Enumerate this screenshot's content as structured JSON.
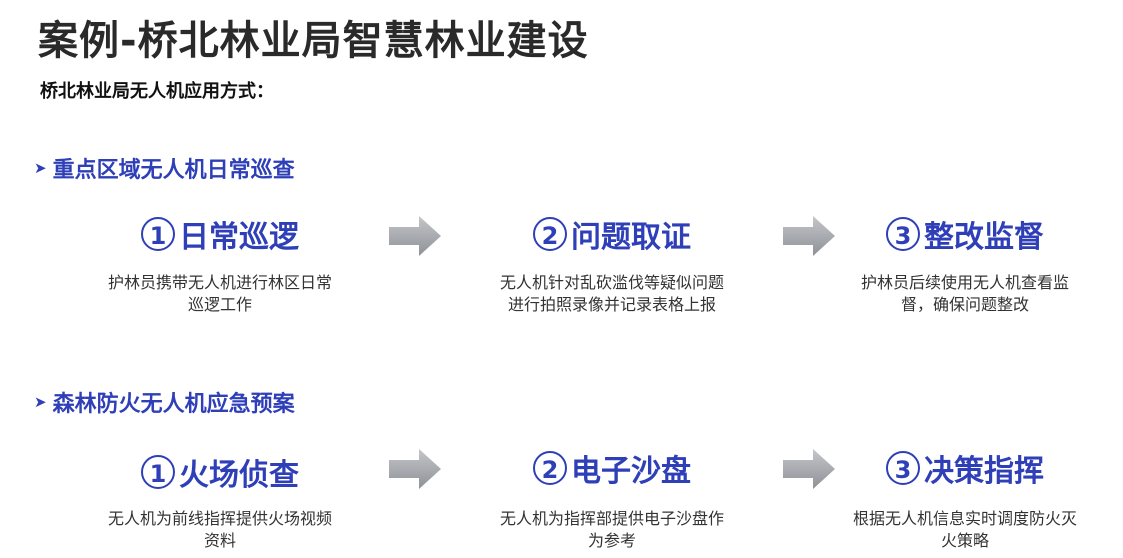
{
  "page": {
    "title": "案例-桥北林业局智慧林业建设",
    "subtitle": "桥北林业局无人机应用方式："
  },
  "colors": {
    "accent": "#2e3fb8",
    "arrow": "#a8abb0",
    "text": "#333333"
  },
  "sections": [
    {
      "heading": "重点区域无人机日常巡查",
      "steps": [
        {
          "num": "1",
          "title": "日常巡逻",
          "desc": "护林员携带无人机进行林区日常巡逻工作"
        },
        {
          "num": "2",
          "title": "问题取证",
          "desc": "无人机针对乱砍滥伐等疑似问题进行拍照录像并记录表格上报"
        },
        {
          "num": "3",
          "title": "整改监督",
          "desc": "护林员后续使用无人机查看监督，确保问题整改"
        }
      ]
    },
    {
      "heading": "森林防火无人机应急预案",
      "steps": [
        {
          "num": "1",
          "title": "火场侦查",
          "desc": "无人机为前线指挥提供火场视频资料"
        },
        {
          "num": "2",
          "title": "电子沙盘",
          "desc": "无人机为指挥部提供电子沙盘作为参考"
        },
        {
          "num": "3",
          "title": "决策指挥",
          "desc": "根据无人机信息实时调度防火灭火策略"
        }
      ]
    }
  ]
}
